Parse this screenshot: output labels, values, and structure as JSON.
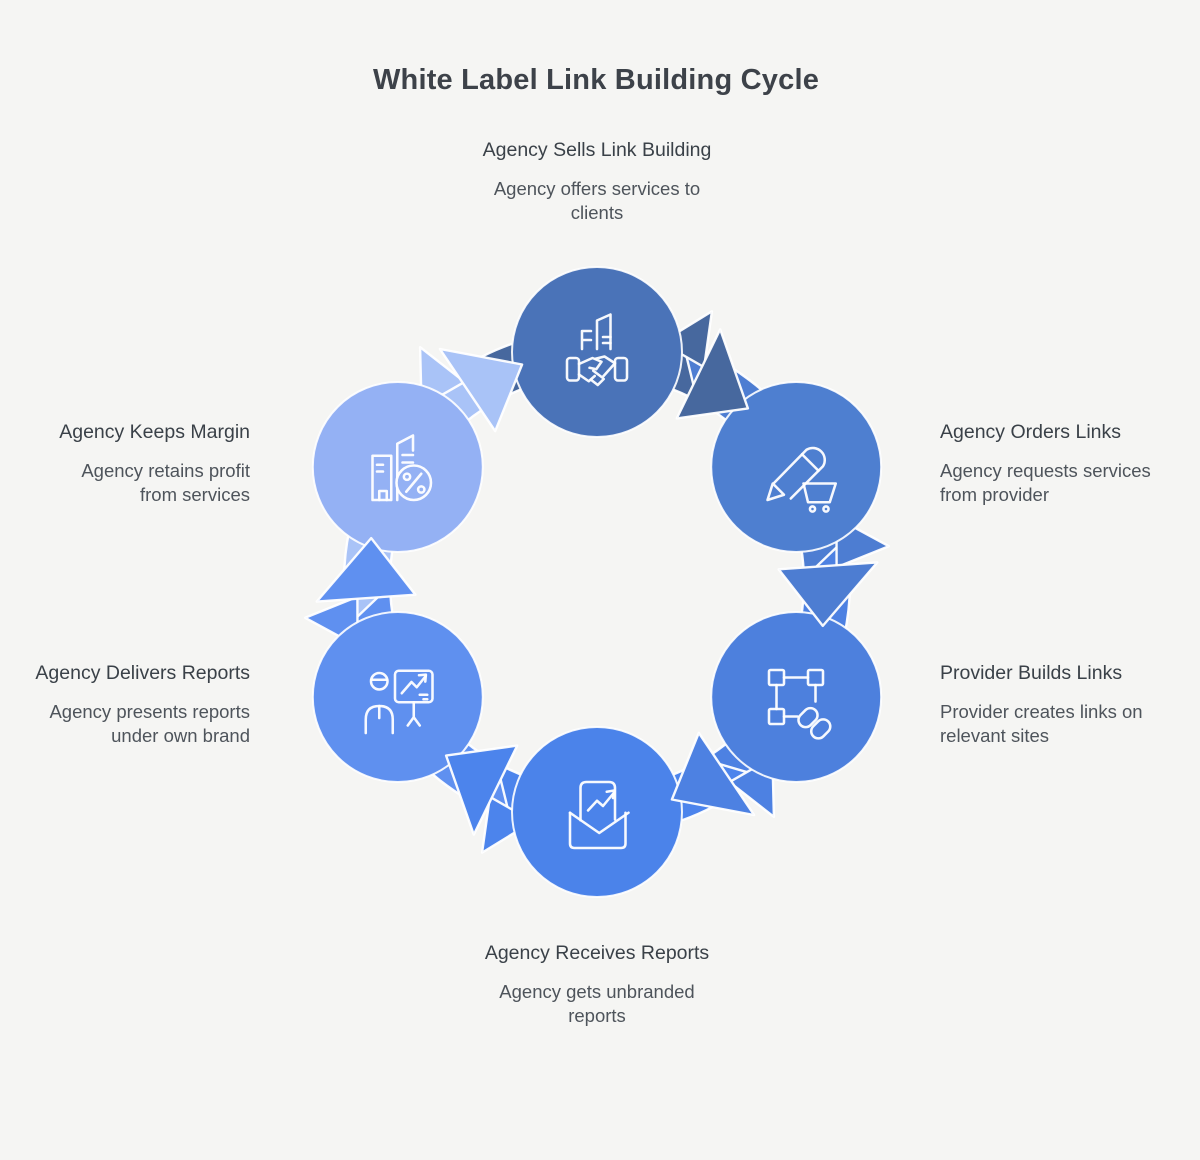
{
  "title": "White Label Link Building Cycle",
  "background_color": "#f5f5f3",
  "text": {
    "title_color": "#3d4249",
    "label_color": "#3a4148",
    "desc_color": "#4e545b"
  },
  "cycle_direction": "clockwise",
  "nodes": [
    {
      "id": "sells",
      "label": "Agency Sells Link Building",
      "description": "Agency offers services to clients",
      "color": "#4a73b8",
      "arrow_color": "#47689e",
      "icon": "handshake-deal-icon",
      "position": "top"
    },
    {
      "id": "orders",
      "label": "Agency Orders Links",
      "description": "Agency requests services from provider",
      "color": "#4e7fd0",
      "arrow_color": "#4d7dd2",
      "icon": "pencil-cart-icon",
      "position": "upper-right"
    },
    {
      "id": "builds",
      "label": "Provider Builds Links",
      "description": "Provider creates links on relevant sites",
      "color": "#4d80dd",
      "arrow_color": "#4d81e2",
      "icon": "frame-link-icon",
      "position": "lower-right"
    },
    {
      "id": "receives",
      "label": "Agency Receives Reports",
      "description": "Agency gets unbranded reports",
      "color": "#4b83ea",
      "arrow_color": "#4c84ec",
      "icon": "inbox-report-icon",
      "position": "bottom"
    },
    {
      "id": "delivers",
      "label": "Agency Delivers Reports",
      "description": "Agency presents reports under own brand",
      "color": "#5f90ef",
      "arrow_color": "#5f90f0",
      "icon": "presenter-board-icon",
      "position": "lower-left"
    },
    {
      "id": "margin",
      "label": "Agency Keeps Margin",
      "description": "Agency retains profit from services",
      "color": "#94b1f4",
      "arrow_color": "#a9c3f7",
      "icon": "building-percent-icon",
      "position": "upper-left"
    }
  ]
}
